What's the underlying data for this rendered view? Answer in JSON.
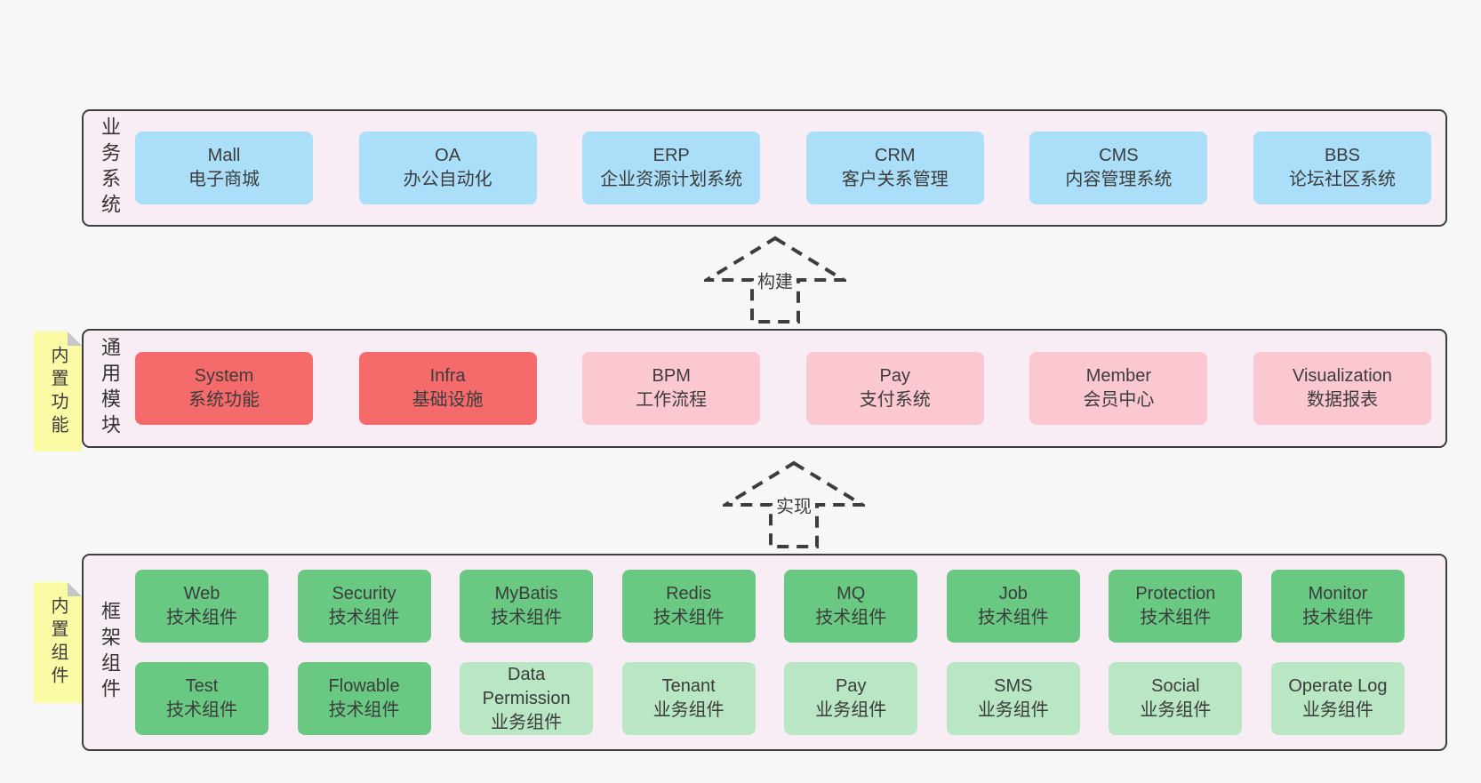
{
  "colors": {
    "page_bg": "#f7f7f7",
    "panel_bg": "#f9edf5",
    "line": "#3d3d3d",
    "text": "#3c3c3c",
    "blue": "#abdef8",
    "red": "#f56a6a",
    "pink": "#fbc7d1",
    "green_dark": "#69c983",
    "green_light": "#b9e6c3",
    "sticky": "#fbfba5",
    "fold": "#c6c6c6"
  },
  "arrows": [
    {
      "label": "构建"
    },
    {
      "label": "实现"
    }
  ],
  "layers": [
    {
      "id": "business-systems",
      "side_label": "业务系统",
      "boxes": [
        {
          "title": "Mall",
          "subtitle": "电子商城",
          "type": "blue"
        },
        {
          "title": "OA",
          "subtitle": "办公自动化",
          "type": "blue"
        },
        {
          "title": "ERP",
          "subtitle": "企业资源计划系统",
          "type": "blue"
        },
        {
          "title": "CRM",
          "subtitle": "客户关系管理",
          "type": "blue"
        },
        {
          "title": "CMS",
          "subtitle": "内容管理系统",
          "type": "blue"
        },
        {
          "title": "BBS",
          "subtitle": "论坛社区系统",
          "type": "blue"
        }
      ]
    },
    {
      "id": "common-modules",
      "side_label": "通用模块",
      "sticky": "内置功能",
      "boxes": [
        {
          "title": "System",
          "subtitle": "系统功能",
          "type": "red"
        },
        {
          "title": "Infra",
          "subtitle": "基础设施",
          "type": "red"
        },
        {
          "title": "BPM",
          "subtitle": "工作流程",
          "type": "pink"
        },
        {
          "title": "Pay",
          "subtitle": "支付系统",
          "type": "pink"
        },
        {
          "title": "Member",
          "subtitle": "会员中心",
          "type": "pink"
        },
        {
          "title": "Visualization",
          "subtitle": "数据报表",
          "type": "pink"
        }
      ]
    },
    {
      "id": "framework-components",
      "side_label": "框架组件",
      "sticky": "内置组件",
      "rows": [
        [
          {
            "title": "Web",
            "subtitle": "技术组件",
            "type": "green"
          },
          {
            "title": "Security",
            "subtitle": "技术组件",
            "type": "green"
          },
          {
            "title": "MyBatis",
            "subtitle": "技术组件",
            "type": "green"
          },
          {
            "title": "Redis",
            "subtitle": "技术组件",
            "type": "green"
          },
          {
            "title": "MQ",
            "subtitle": "技术组件",
            "type": "green"
          },
          {
            "title": "Job",
            "subtitle": "技术组件",
            "type": "green"
          },
          {
            "title": "Protection",
            "subtitle": "技术组件",
            "type": "green"
          },
          {
            "title": "Monitor",
            "subtitle": "技术组件",
            "type": "green"
          }
        ],
        [
          {
            "title": "Test",
            "subtitle": "技术组件",
            "type": "green"
          },
          {
            "title": "Flowable",
            "subtitle": "技术组件",
            "type": "green"
          },
          {
            "title": "Data Permission",
            "subtitle": "业务组件",
            "type": "green-light"
          },
          {
            "title": "Tenant",
            "subtitle": "业务组件",
            "type": "green-light"
          },
          {
            "title": "Pay",
            "subtitle": "业务组件",
            "type": "green-light"
          },
          {
            "title": "SMS",
            "subtitle": "业务组件",
            "type": "green-light"
          },
          {
            "title": "Social",
            "subtitle": "业务组件",
            "type": "green-light"
          },
          {
            "title": "Operate Log",
            "subtitle": "业务组件",
            "type": "green-light"
          }
        ]
      ]
    }
  ]
}
